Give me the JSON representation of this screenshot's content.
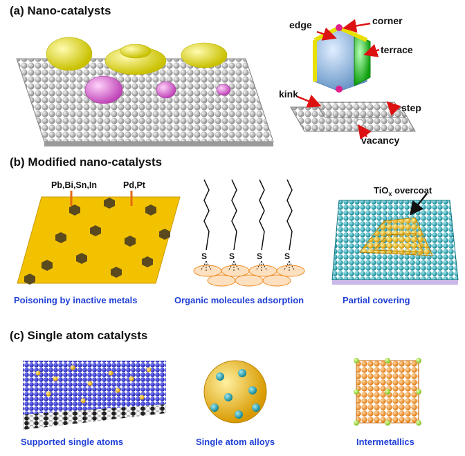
{
  "section_a": {
    "title": "(a) Nano-catalysts",
    "labels": {
      "edge": "edge",
      "corner": "corner",
      "terrace": "terrace",
      "kink": "kink",
      "step": "step",
      "vacancy": "vacancy"
    }
  },
  "section_b": {
    "title": "(b) Modified nano-catalysts",
    "labels": {
      "poison_metals": "Pb,Bi,Sn,In",
      "active_metals": "Pd,Pt",
      "thiol_atom": "S",
      "overcoat_main": "TiO",
      "overcoat_sub": "x",
      "overcoat_tail": " overcoat"
    },
    "captions": {
      "poisoning": "Poisoning by inactive metals",
      "organic": "Organic molecules adsorption",
      "partial": "Partial covering"
    }
  },
  "section_c": {
    "title": "(c) Single atom catalysts",
    "captions": {
      "supported": "Supported single atoms",
      "alloys": "Single atom alloys",
      "intermetallics": "Intermetallics"
    }
  },
  "colors": {
    "gold": "#f2c200",
    "yellow": "#f5ef1a",
    "pink": "#e86ce0",
    "grey": "#a9a9a9",
    "blue_atom": "#8ab4e0",
    "green": "#22cc22",
    "magenta": "#e0208a",
    "brown": "#5a4a1e",
    "orange": "#f39a3a",
    "teal": "#22a3b0",
    "navy": "#2d2fd0",
    "caption_blue": "#1f3fd6",
    "arrow_red": "#dd1111"
  }
}
